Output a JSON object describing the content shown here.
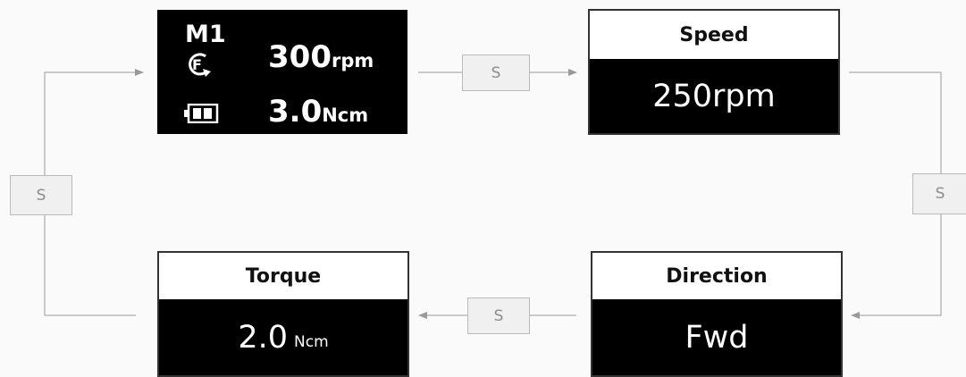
{
  "home_screen": {
    "mode": "M1",
    "rotation_icon": "forward-rotation-icon",
    "battery_icon": "battery-icon",
    "speed_value": "300",
    "speed_unit": "rpm",
    "torque_value": "3.0",
    "torque_unit": "Ncm"
  },
  "speed_screen": {
    "title": "Speed",
    "value": "250rpm"
  },
  "direction_screen": {
    "title": "Direction",
    "value": "Fwd"
  },
  "torque_screen": {
    "title": "Torque",
    "value": "2.0",
    "unit": "Ncm"
  },
  "s_buttons": [
    "S",
    "S",
    "S",
    "S"
  ]
}
